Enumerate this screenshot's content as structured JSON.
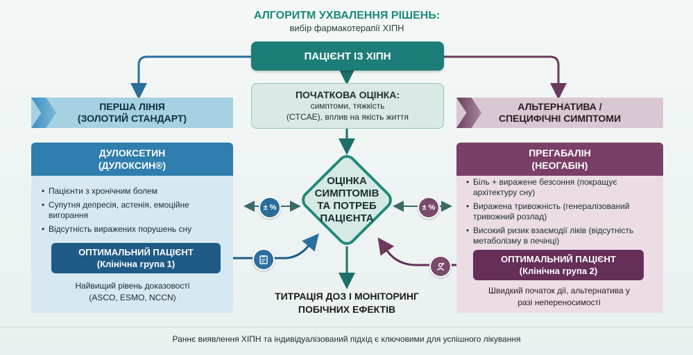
{
  "title": {
    "main": "АЛГОРИТМ УХВАЛЕННЯ РІШЕНЬ:",
    "subtitle": "вибір фармакотерапії ХІПН"
  },
  "patient_box": "ПАЦІЄНТ ІЗ ХІПН",
  "initial_assessment": {
    "heading": "ПОЧАТКОВА ОЦІНКА:",
    "line1": "симптоми, тяжкість",
    "line2": "(CTCAE), вплив на якість життя"
  },
  "first_line": {
    "line1": "ПЕРША ЛІНІЯ",
    "line2": "(ЗОЛОТИЙ СТАНДАРТ)"
  },
  "alternative": {
    "line1": "АЛЬТЕРНАТИВА /",
    "line2": "СПЕЦИФІЧНІ СИМПТОМИ"
  },
  "duloxetine": {
    "line1": "ДУЛОКСЕТИН",
    "line2": "(ДУЛОКСИН®)",
    "bullets": [
      "Пацієнти з хронічним болем",
      "Супутня депресія, астенія, емоційне вигорання",
      "Відсутність виражених порушень сну"
    ],
    "optimal_line1": "ОПТИМАЛЬНИЙ ПАЦІЄНТ",
    "optimal_line2": "(Клінічна група 1)",
    "evidence_line1": "Найвищий рівень доказовості",
    "evidence_line2": "(ASCO, ESMO, NCCN)"
  },
  "pregabalin": {
    "line1": "ПРЕГАБАЛІН",
    "line2": "(НЕОГАБІН)",
    "bullets": [
      "Біль + виражене безсоння (покращує архітектуру сну)",
      "Виражена тривожність (генералізований тривожний розлад)",
      "Високий ризик взаємодії ліків (відсутність метаболізму в печінці)"
    ],
    "optimal_line1": "ОПТИМАЛЬНИЙ ПАЦІЄНТ",
    "optimal_line2": "(Клінічна група 2)",
    "onset_line1": "Швидкий початок дії, альтернатива у",
    "onset_line2": "разі непереносимості"
  },
  "diamond": {
    "line1": "ОЦІНКА",
    "line2": "СИМПТОМІВ",
    "line3": "ТА ПОТРЕБ",
    "line4": "ПАЦІЄНТА"
  },
  "badges": {
    "left": "± %",
    "right": "± %"
  },
  "titration": {
    "line1": "ТИТРАЦІЯ ДОЗ І МОНІТОРИНГ",
    "line2": "ПОБІЧНИХ ЕФЕКТІВ"
  },
  "footer": "Раннє виявлення ХІПН та індивідуалізований підхід є ключовими для успішного лікування",
  "colors": {
    "teal": "#1d7d78",
    "blue": "#2f7eae",
    "plum": "#7a3f66"
  }
}
